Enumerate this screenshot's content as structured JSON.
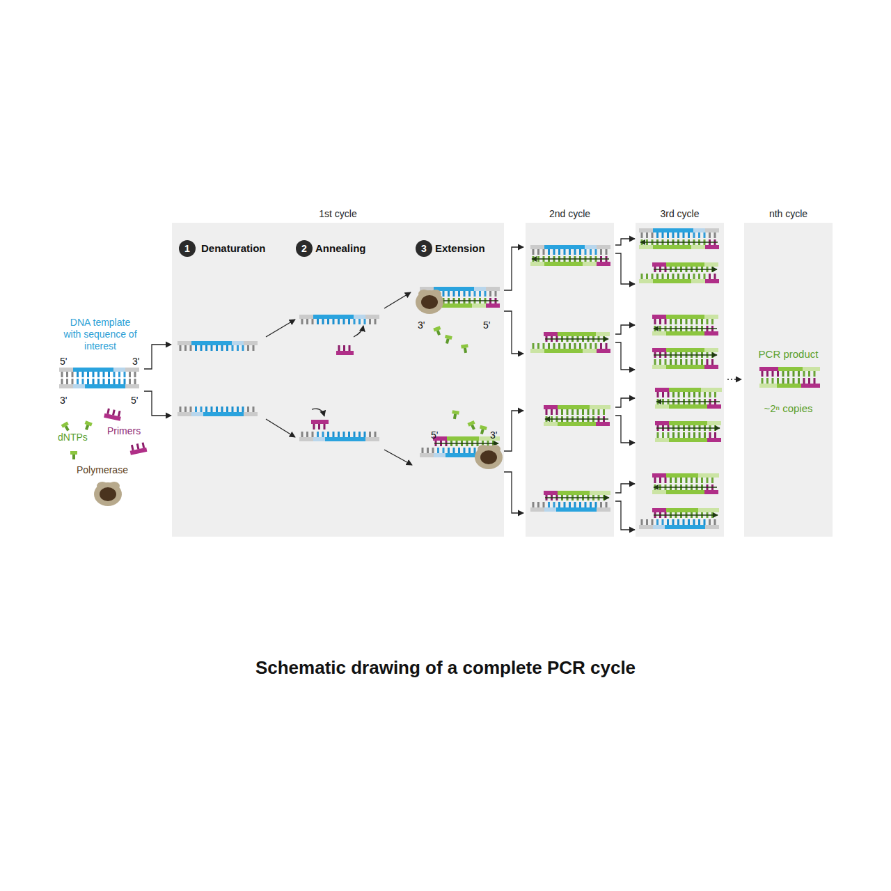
{
  "diagram": {
    "caption": "Schematic drawing of a complete PCR cycle",
    "nodes": [
      {
        "text": [
          "1st cycle"
        ]
      },
      {
        "text": [
          "2nd cycle"
        ]
      },
      {
        "text": [
          "3rd cycle"
        ]
      },
      {
        "text": [
          "nth cycle",
          "PCR product",
          "~2ⁿ copies"
        ]
      }
    ],
    "labels": [
      "DNA template with sequence of interest",
      "5'",
      "3'",
      "3'",
      "5'",
      "dNTPs",
      "Primers",
      "Polymerase",
      "1",
      "Denaturation",
      "2",
      "Annealing",
      "3",
      "Extension",
      "3'",
      "5'",
      "5'",
      "3'"
    ]
  }
}
